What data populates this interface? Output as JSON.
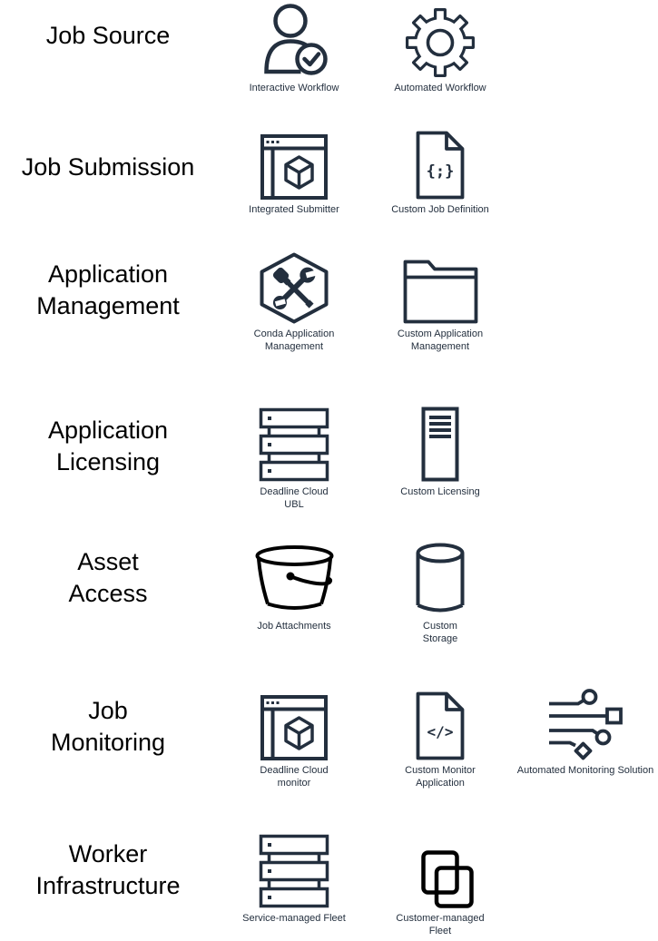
{
  "colors": {
    "background": "#ffffff",
    "category_text": "#000000",
    "icon_primary": "#232f3e",
    "icon_black": "#000000",
    "label_text": "#232f3e"
  },
  "rows": [
    {
      "category": "Job Source",
      "items": [
        {
          "label": "Interactive Workflow",
          "icon": "person-check"
        },
        {
          "label": "Automated Workflow",
          "icon": "gear"
        }
      ]
    },
    {
      "category": "Job Submission",
      "items": [
        {
          "label": "Integrated Submitter",
          "icon": "browser-cube"
        },
        {
          "label": "Custom Job Definition",
          "icon": "document-config"
        }
      ]
    },
    {
      "category": "Application\nManagement",
      "items": [
        {
          "label": "Conda Application\nManagement",
          "icon": "hexagon-tools"
        },
        {
          "label": "Custom Application\nManagement",
          "icon": "folder"
        }
      ]
    },
    {
      "category": "Application\nLicensing",
      "items": [
        {
          "label": "Deadline Cloud\nUBL",
          "icon": "server-stack"
        },
        {
          "label": "Custom Licensing",
          "icon": "server-tower"
        }
      ]
    },
    {
      "category": "Asset\nAccess",
      "items": [
        {
          "label": "Job Attachments",
          "icon": "bucket"
        },
        {
          "label": "Custom\nStorage",
          "icon": "cylinder"
        }
      ]
    },
    {
      "category": "Job\nMonitoring",
      "items": [
        {
          "label": "Deadline Cloud\nmonitor",
          "icon": "browser-cube"
        },
        {
          "label": "Custom Monitor\nApplication",
          "icon": "document-code"
        },
        {
          "label": "Automated Monitoring Solution",
          "icon": "circuit-connectors"
        }
      ]
    },
    {
      "category": "Worker\nInfrastructure",
      "items": [
        {
          "label": "Service-managed Fleet",
          "icon": "server-stack"
        },
        {
          "label": "Customer-managed\nFleet",
          "icon": "stacked-squares"
        }
      ]
    }
  ],
  "icon_glyphs": {
    "custom_job_definition": "{;}",
    "custom_monitor_application": "</>"
  }
}
